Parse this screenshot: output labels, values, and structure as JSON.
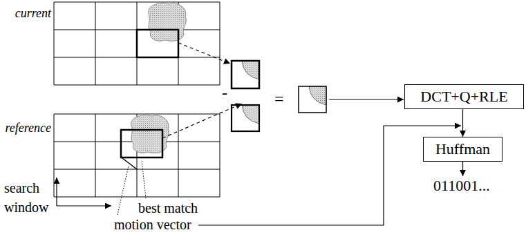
{
  "diagram": {
    "nodes": [
      {
        "text": [
          "DCT+Q+RLE"
        ]
      },
      {
        "text": [
          "Huffman"
        ]
      }
    ],
    "edges": [
      {
        "from": 0,
        "to": 1,
        "arrow": "to"
      }
    ],
    "labels": [
      "current",
      "reference",
      "-",
      "=",
      "search window",
      "best match",
      "motion vector",
      "011001..."
    ]
  }
}
